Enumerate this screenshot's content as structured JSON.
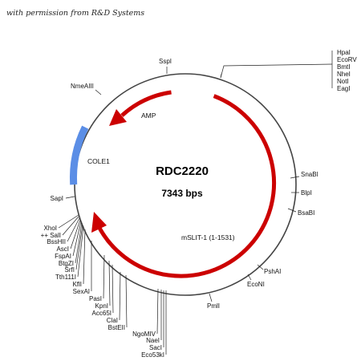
{
  "credit": "with permission from R&D Systems",
  "plasmid": {
    "name": "RDC2220",
    "size_label": "7343 bps"
  },
  "features": [
    {
      "name": "AMP",
      "label": "AMP",
      "color": "#cc0000",
      "type": "arrow"
    },
    {
      "name": "COLE1",
      "label": "COLE1",
      "color": "#5b8ee6",
      "type": "block"
    },
    {
      "name": "mSLIT-1",
      "label": "mSLIT-1 (1-1531)",
      "color": "#cc0000",
      "type": "arrow"
    }
  ],
  "sites": {
    "top": [
      "SspI"
    ],
    "upper_left": [
      "NmeAIII"
    ],
    "right_cluster": [
      "HpaI",
      "EcoRV",
      "BmtI",
      "NheI",
      "NotI",
      "EagI"
    ],
    "right": [
      "SnaBI",
      "BlpI",
      "BsaBI",
      "PshAI",
      "EcoNI",
      "PmlI"
    ],
    "left": [
      "SapI"
    ],
    "left_cluster": [
      "XhoI",
      "++ SalI",
      "BssHII",
      "AscI",
      "FspAI",
      "BtgZI",
      "SrfI",
      "Tth111I",
      "KflI",
      "SexAI",
      "PasI",
      "KpnI",
      "Acc65I",
      "ClaI",
      "BstEII",
      "NgoMIV",
      "NaeI",
      "SacI",
      "Eco53kI"
    ]
  }
}
